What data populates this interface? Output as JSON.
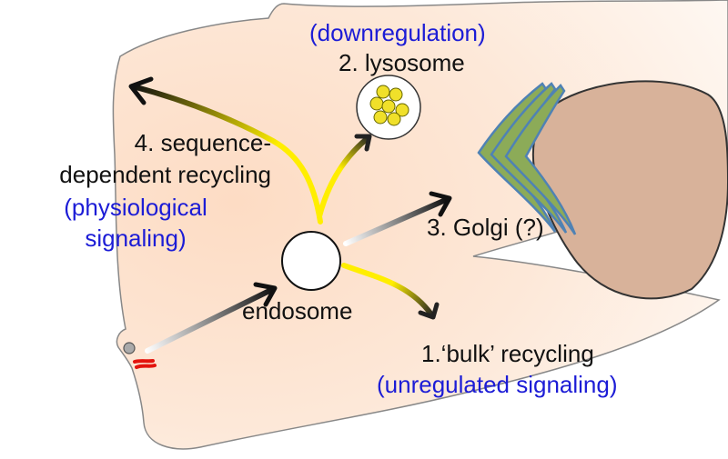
{
  "labels": {
    "downregulation": "(downregulation)",
    "lysosome": "2. lysosome",
    "seq_line1": "4. sequence-",
    "seq_line2": "dependent recycling",
    "phys_line1": "(physiological",
    "phys_line2": "signaling)",
    "golgi": "3. Golgi (?)",
    "endosome": "endosome",
    "bulk": "1.‘bulk’ recycling",
    "unregulated": "(unregulated signaling)"
  },
  "colors": {
    "cell_fill_inner": "#fde3cf",
    "cell_fill_outer": "#fdf6f0",
    "cell_stroke": "#888888",
    "nucleus": "#d8b29a",
    "golgi_green": "#8cab58",
    "golgi_edge": "#4f82b4",
    "yellow": "#ffee00",
    "vesicle_yellow": "#f0e02a",
    "black": "#111111",
    "blue_text": "#1c1cd6",
    "receptor_red": "#e3140e"
  }
}
